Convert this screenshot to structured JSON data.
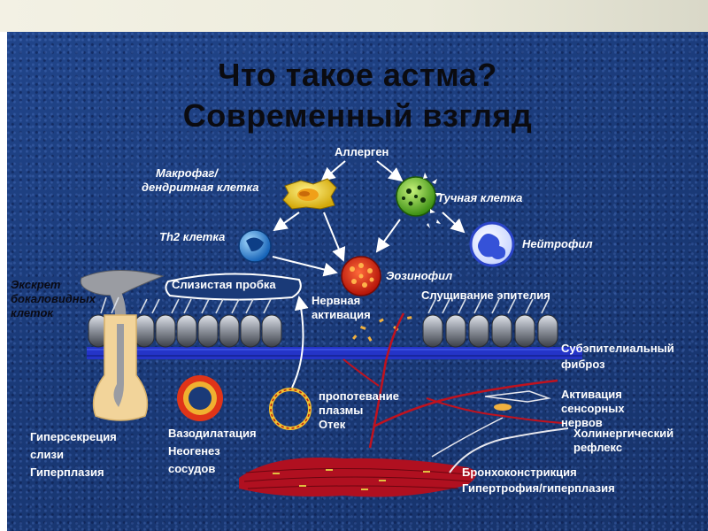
{
  "title": {
    "line1": "Что такое астма?",
    "line2": "Современный взгляд"
  },
  "labels": {
    "allergen": "Аллерген",
    "macrophage_1": "Макрофаг/",
    "macrophage_2": "дендритная клетка",
    "mast_cell": "Тучная клетка",
    "th2": "Th2 клетка",
    "neutrophil": "Нейтрофил",
    "eosinophil": "Эозинофил",
    "goblet_1": "Экскрет",
    "goblet_2": "бокаловидных",
    "goblet_3": "клеток",
    "mucus_plug": "Слизистая пробка",
    "nerve_1": "Нервная",
    "nerve_2": "активация",
    "desquamation": "Слущивание эпителия",
    "fibrosis_1": "Субэпителиальный",
    "fibrosis_2": "фиброз",
    "exudation_1": "пропотевание",
    "exudation_2": "плазмы",
    "exudation_3": "Отек",
    "sensory_1": "Активация",
    "sensory_2": "сенсорных",
    "sensory_3": "нервов",
    "cholinergic_1": "Холинергический",
    "cholinergic_2": "рефлекс",
    "hypersecretion_1": "Гиперсекреция",
    "hypersecretion_2": "слизи",
    "hypersecretion_3": "Гиперплазия",
    "vasodilation_1": "Вазодилатация",
    "vasodilation_2": "Неогенез",
    "vasodilation_3": "сосудов",
    "bronchoconstriction_1": "Бронхоконстрикция",
    "bronchoconstriction_2": "Гипертрофия/гиперплазия"
  },
  "colors": {
    "background": "#1a3a78",
    "title_text": "#0b0b10",
    "label_text": "#ffffff",
    "macrophage": "#f2d21a",
    "mast_cell": "#7ed321",
    "th2": "#2f8fe0",
    "neutrophil": "#3b5bd6",
    "eosinophil": "#e0401c",
    "smooth_muscle": "#b01020",
    "nerve": "#c0121e",
    "membrane": "#2a3fd0",
    "gland": "#f2d49a"
  }
}
